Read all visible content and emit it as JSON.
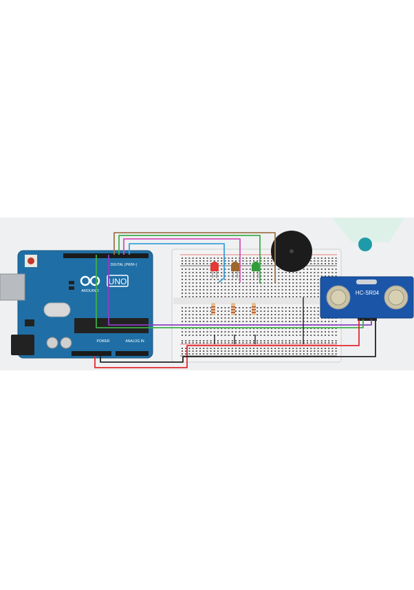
{
  "arduino": {
    "brand_text": "ARDUINO",
    "model_text": "UNO",
    "digital_label": "DIGITAL (PWM~)",
    "power_label": "POWER",
    "analog_label": "ANALOG IN",
    "board_color": "#1f6fa6"
  },
  "sensor": {
    "model_text": "HC-SR04",
    "board_color": "#1a55a8"
  },
  "leds": [
    {
      "name": "red-led",
      "color": "#e53935"
    },
    {
      "name": "orange-led",
      "color": "#a0652a"
    },
    {
      "name": "green-led",
      "color": "#2e9d3a"
    }
  ],
  "wire_colors": {
    "brown": "#a0734a",
    "green": "#3fae49",
    "pink": "#d64fb5",
    "blue": "#3aa0d9",
    "purple": "#8a3fc0",
    "red": "#e0282e",
    "black": "#222222"
  },
  "buzzer_color": "#1c1c1c",
  "corner_dot_color": "#1f9aa8"
}
